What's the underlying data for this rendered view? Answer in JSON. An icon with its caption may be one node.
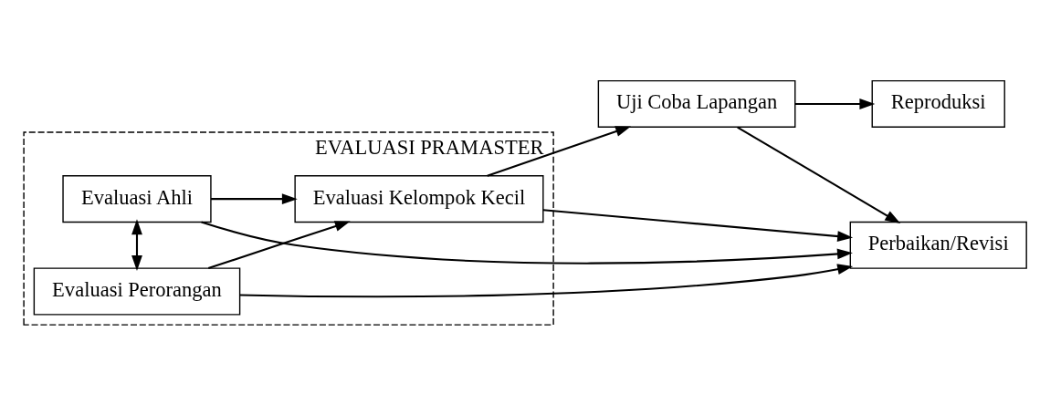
{
  "diagram": {
    "nodes": [
      {
        "text": [
          "EVALUASI PRAMASTER"
        ]
      },
      {
        "text": [
          "Evaluasi Ahli"
        ],
        "in": 0
      },
      {
        "text": [
          "Evaluasi Perorangan"
        ],
        "in": 0
      },
      {
        "text": [
          "Evaluasi Kelompok Kecil"
        ],
        "in": 0
      },
      {
        "text": [
          "Uji Coba Lapangan"
        ]
      },
      {
        "text": [
          "Reproduksi"
        ]
      },
      {
        "text": [
          "Perbaikan/Revisi"
        ]
      }
    ],
    "edges": [
      {
        "from": 1,
        "to": 2,
        "arrow": "both"
      },
      {
        "from": 1,
        "to": 3,
        "arrow": "to"
      },
      {
        "from": 2,
        "to": 3,
        "arrow": "to"
      },
      {
        "from": 1,
        "to": 6,
        "arrow": "to"
      },
      {
        "from": 2,
        "to": 6,
        "arrow": "to"
      },
      {
        "from": 3,
        "to": 4,
        "arrow": "to"
      },
      {
        "from": 3,
        "to": 6,
        "arrow": "to"
      },
      {
        "from": 4,
        "to": 5,
        "arrow": "to"
      },
      {
        "from": 4,
        "to": 6,
        "arrow": "to"
      }
    ]
  }
}
